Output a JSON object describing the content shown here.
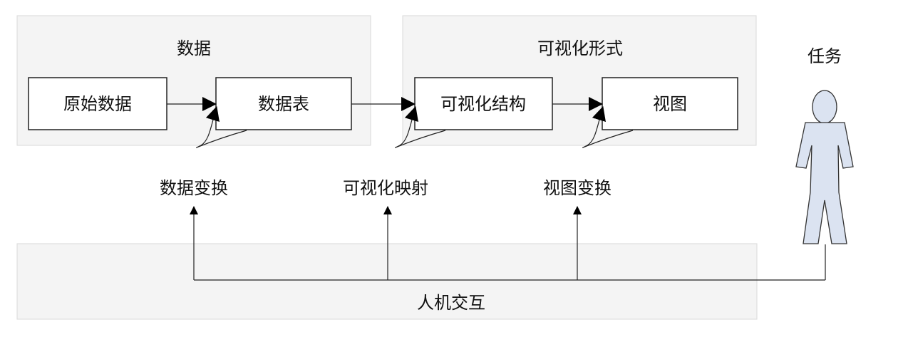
{
  "groups": {
    "data": {
      "title": "数据"
    },
    "visual_form": {
      "title": "可视化形式"
    },
    "interaction": {
      "title": "人机交互"
    }
  },
  "nodes": {
    "raw_data": "原始数据",
    "data_table": "数据表",
    "visual_structure": "可视化结构",
    "view": "视图"
  },
  "transforms": {
    "data_transform": "数据变换",
    "visual_mapping": "可视化映射",
    "view_transform": "视图变换"
  },
  "task": {
    "label": "任务",
    "figure_color": "#dbe3f1"
  },
  "colors": {
    "group_background": "#f4f4f4",
    "line": "#222222"
  }
}
